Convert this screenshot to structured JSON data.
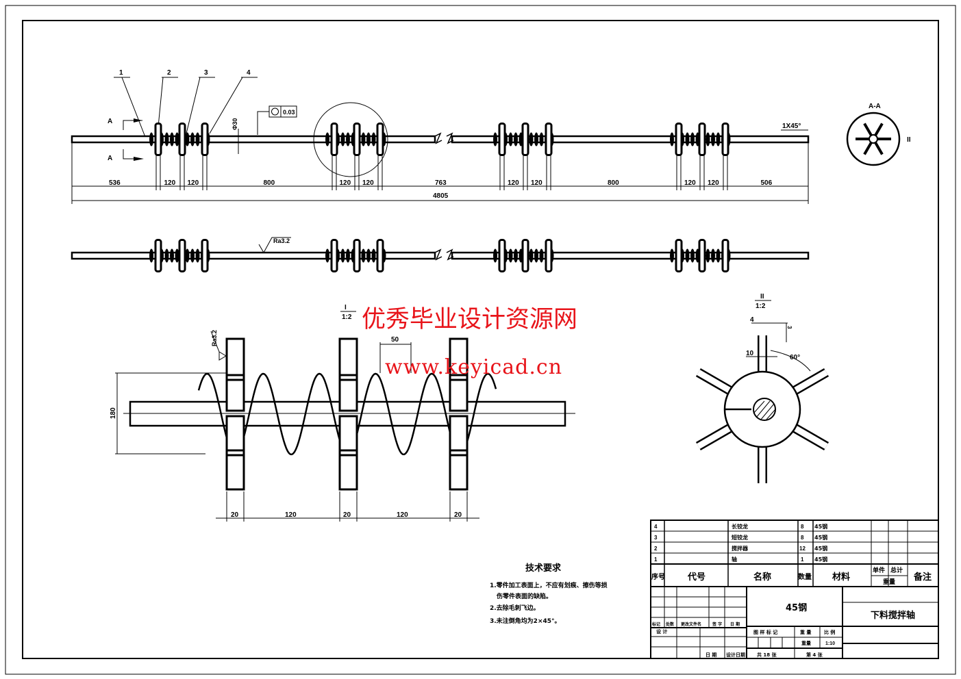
{
  "balloons": [
    "1",
    "2",
    "3",
    "4"
  ],
  "section_labels": {
    "a_top": "A",
    "a_bottom": "A",
    "section_aa": "A-A",
    "detail_ii_mark": "II"
  },
  "tolerance": {
    "symbol": "circularity",
    "value": "0.03"
  },
  "shaft_diameter": "Φ30",
  "chamfer": "1X45°",
  "roughness": "Ra3.2",
  "dimensions_top": [
    "536",
    "120",
    "120",
    "800",
    "120",
    "120",
    "763",
    "120",
    "120",
    "800",
    "120",
    "120",
    "506"
  ],
  "overall_length": "4805",
  "detail_i": {
    "title": "I",
    "scale": "1:2",
    "height": "180",
    "pitch": "50",
    "widths": [
      "20",
      "120",
      "20",
      "120",
      "20"
    ]
  },
  "detail_ii": {
    "title": "II",
    "scale": "1:2",
    "dim_width": "4",
    "dim_blade": "10",
    "dim_small": "3",
    "angle": "60°"
  },
  "watermark": {
    "line1": "优秀毕业设计资源网",
    "line2": "www.keyicad.cn",
    "color": "#e8141a"
  },
  "tech_requirements": {
    "title": "技术要求",
    "items": [
      "1.零件加工表面上，不应有划痕、擦伤等损",
      "伤零件表面的缺陷。",
      "2.去除毛刺飞边。",
      "3.未注倒角均为2×45°。"
    ]
  },
  "bom": {
    "rows": [
      {
        "no": "4",
        "code": "",
        "name": "长铰龙",
        "qty": "8",
        "material": "45钢"
      },
      {
        "no": "3",
        "code": "",
        "name": "短铰龙",
        "qty": "8",
        "material": "45钢"
      },
      {
        "no": "2",
        "code": "",
        "name": "搅拌器",
        "qty": "12",
        "material": "45钢"
      },
      {
        "no": "1",
        "code": "",
        "name": "轴",
        "qty": "1",
        "material": "45钢"
      }
    ],
    "headers": {
      "no": "序号",
      "code": "代号",
      "name": "名称",
      "qty": "数量",
      "material": "材料",
      "unit": "单件",
      "total": "总计",
      "weight": "重量",
      "remark": "备注"
    }
  },
  "title_block": {
    "material": "45钢",
    "drawing_name": "下料搅拌轴",
    "change_row": [
      "标记",
      "处数",
      "更改文件名",
      "签 字",
      "日 期"
    ],
    "designer": "设 计",
    "date_label": "日 期",
    "design_date": "设计日期",
    "stage_mark": "图 样 标 记",
    "weight_label": "重 量",
    "scale_label": "比 例",
    "weight_value": "重量",
    "scale_value": "1:10",
    "sheets_total": "共 18 张",
    "sheet_no": "第 4 张"
  }
}
